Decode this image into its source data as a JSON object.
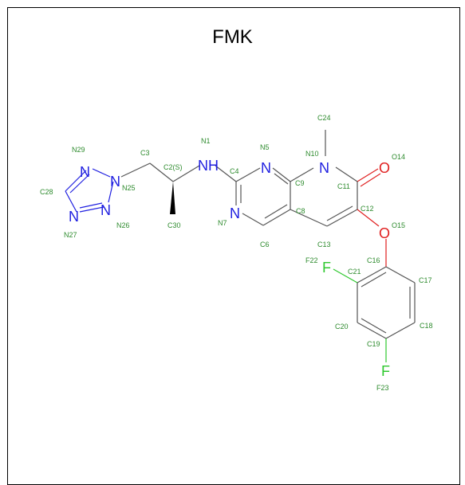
{
  "title": "FMK",
  "elements": {
    "N": "N",
    "NH": "NH",
    "O": "O",
    "F": "F"
  },
  "atom_labels": {
    "N29": "N29",
    "C3": "C3",
    "N1": "N1",
    "N5": "N5",
    "N10": "N10",
    "C24": "C24",
    "O14": "O14",
    "C28": "C28",
    "N25": "N25",
    "C2S": "C2(S)",
    "C4": "C4",
    "C9": "C9",
    "C11": "C11",
    "N27": "N27",
    "N26": "N26",
    "C30": "C30",
    "N7": "N7",
    "C8": "C8",
    "C12": "C12",
    "C6": "C6",
    "C13": "C13",
    "O15": "O15",
    "F22": "F22",
    "C21": "C21",
    "C16": "C16",
    "C17": "C17",
    "C20": "C20",
    "C19": "C19",
    "C18": "C18",
    "F23": "F23"
  },
  "colors": {
    "carbon": "#555555",
    "nitrogen": "#1f1fe0",
    "oxygen": "#e01f1f",
    "fluorine": "#2ec82e",
    "label": "#2e8b2e"
  }
}
